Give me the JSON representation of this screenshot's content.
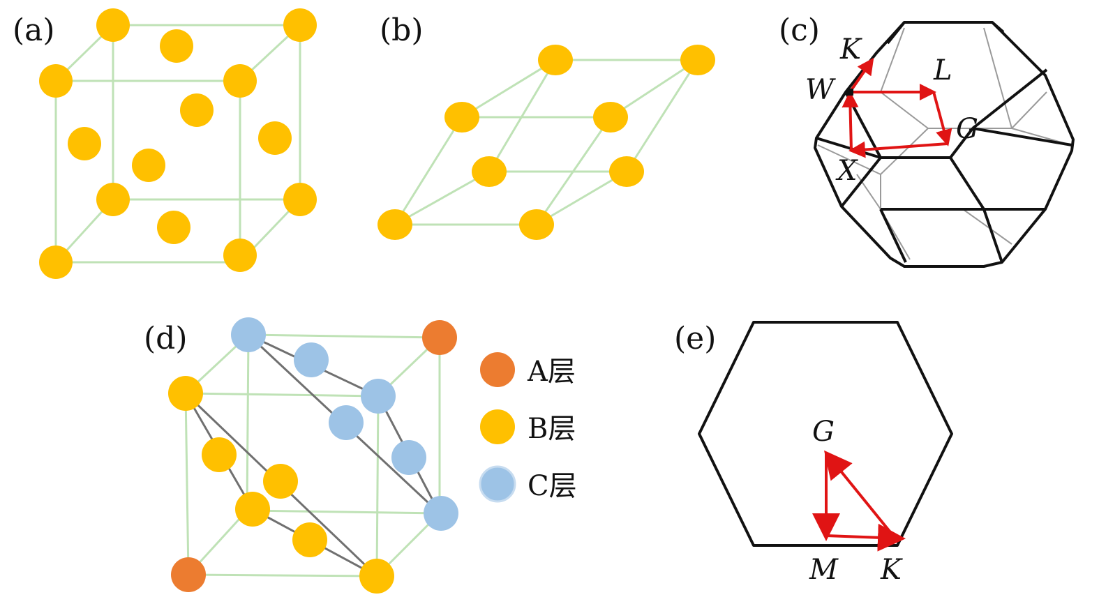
{
  "colors": {
    "a_layer": "#ec7c30",
    "b_layer": "#ffc000",
    "c_layer": "#9dc3e6",
    "bond_light": "#bfe2b6",
    "bond_dark": "#707070",
    "path": "#e01414",
    "bz_edge": "#111111"
  },
  "panels": {
    "a": {
      "label": "(a)"
    },
    "b": {
      "label": "(b)"
    },
    "c": {
      "label": "(c)",
      "points": {
        "K": "K",
        "W": "W",
        "L": "L",
        "G": "G",
        "X": "X"
      }
    },
    "d": {
      "label": "(d)",
      "legend": [
        {
          "text": "A层",
          "color_key": "a_layer"
        },
        {
          "text": "B层",
          "color_key": "b_layer"
        },
        {
          "text": "C层",
          "color_key": "c_layer"
        }
      ]
    },
    "e": {
      "label": "(e)",
      "points": {
        "G": "G",
        "M": "M",
        "K": "K"
      }
    }
  }
}
